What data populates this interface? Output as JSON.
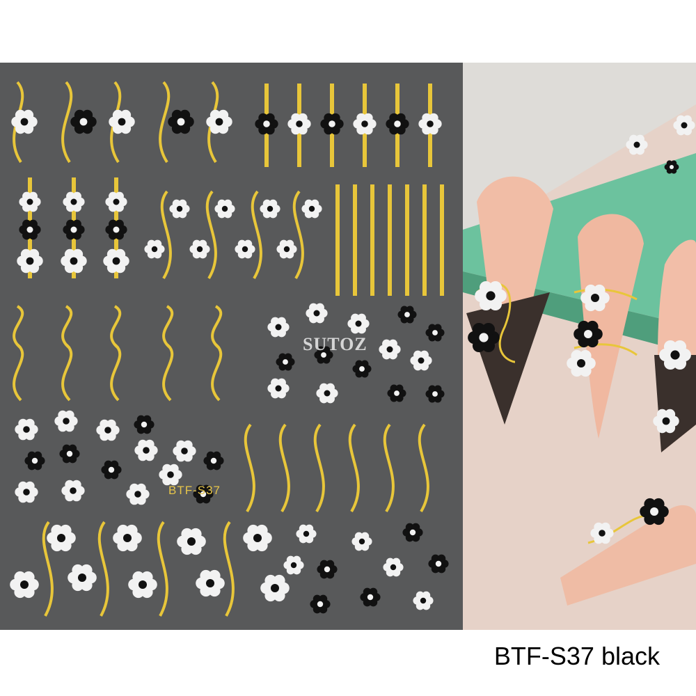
{
  "product": {
    "caption": "BTF-S37 black",
    "sheet_code": "BTF-S37",
    "watermark": "SUTOZ"
  },
  "colors": {
    "sheet": "#58595a",
    "gold": "#e8c63a",
    "white_flower": "#f2f2f2",
    "black_flower": "#111111",
    "nail_pink": "#f0b8a0",
    "nail_tip": "#3a302c"
  }
}
